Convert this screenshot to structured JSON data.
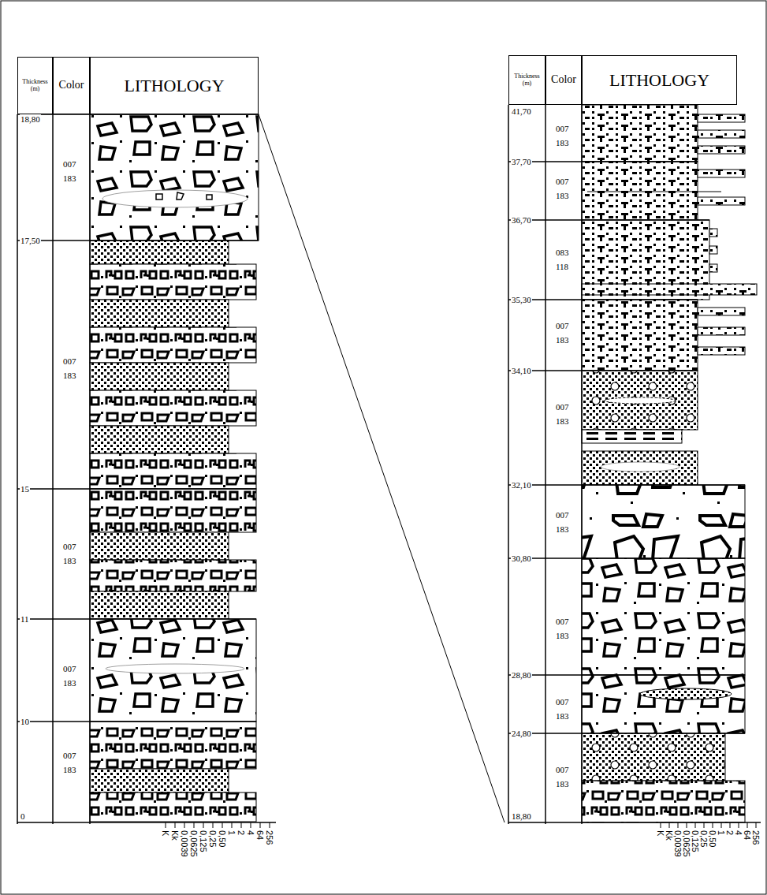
{
  "diagram": {
    "nodes": [
      {
        "text": [
          "Thickness (m)"
        ]
      },
      {
        "text": [
          "Color"
        ]
      },
      {
        "text": [
          "LITHOLOGY"
        ]
      },
      {
        "text": [
          "Thickness (m)"
        ]
      },
      {
        "text": [
          "Color"
        ]
      },
      {
        "text": [
          "LITHOLOGY"
        ]
      }
    ],
    "labels": [
      "18,80",
      "17,50",
      "15",
      "11",
      "10",
      "0",
      "007 183",
      "007 183",
      "007 183",
      "007 183",
      "007 183",
      "K",
      "Kk",
      "0,0039",
      "0,0625",
      "0,125",
      "0,25",
      "0,50",
      "1",
      "2",
      "4",
      "64",
      "256",
      "41,70",
      "37,70",
      "36,70",
      "35,30",
      "34,10",
      "32,10",
      "30,80",
      "28,80",
      "24,80",
      "18,80",
      "007 183",
      "007 183",
      "083 118",
      "007 183",
      "007 183",
      "007 183",
      "007 183",
      "007 183",
      "007 183",
      "K",
      "Kk",
      "0,0039",
      "0,0625",
      "0,125",
      "0,25",
      "0,50",
      "1",
      "2",
      "4",
      "64",
      "256"
    ]
  }
}
